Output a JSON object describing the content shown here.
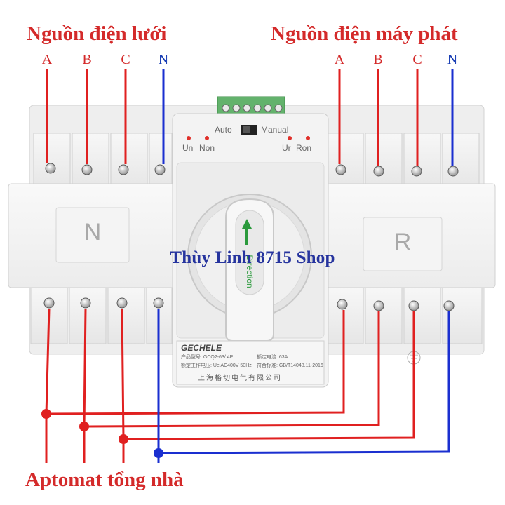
{
  "title_left": "Nguồn điện lưới",
  "title_right": "Nguồn điện máy phát",
  "title_bottom": "Aptomat tổng nhà",
  "left_phases": [
    "A",
    "B",
    "C",
    "N"
  ],
  "right_phases": [
    "A",
    "B",
    "C",
    "N"
  ],
  "watermark": "Thùy Linh 8715 Shop",
  "device": {
    "mode_auto": "Auto",
    "mode_manual": "Manual",
    "lamp_left_1": "Un",
    "lamp_left_2": "Non",
    "lamp_right_1": "Ur",
    "lamp_right_2": "Ron",
    "block_left": "N",
    "block_right": "R",
    "handle_label": "Direction",
    "brand": "GECHELE",
    "nameplate_1": "产品型号: GCQ2-63/ 4P",
    "nameplate_2": "额定电流: 63A",
    "nameplate_3": "额定工作电压: Ue AC400V 50Hz",
    "nameplate_4": "符合标准: GB/T14048.11-2016",
    "maker": "上海格切电气有限公司"
  },
  "colors": {
    "live_wire": "#e02020",
    "neutral_wire": "#1a2fd0",
    "title": "#d42a2a",
    "watermark": "#26349e"
  }
}
